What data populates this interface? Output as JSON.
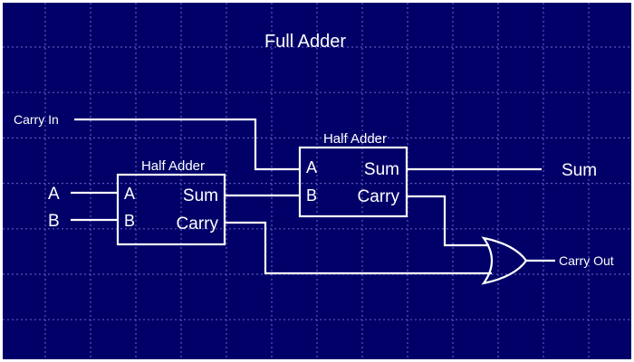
{
  "title": "Full Adder",
  "colors": {
    "background": "#000068",
    "line": "#ffffff",
    "grid": "#5a5ab8"
  },
  "inputs": {
    "carry_in": "Carry In",
    "a": "A",
    "b": "B"
  },
  "outputs": {
    "sum": "Sum",
    "carry_out": "Carry Out"
  },
  "half_adder_1": {
    "label": "Half Adder",
    "in_a": "A",
    "in_b": "B",
    "out_sum": "Sum",
    "out_carry": "Carry"
  },
  "half_adder_2": {
    "label": "Half Adder",
    "in_a": "A",
    "in_b": "B",
    "out_sum": "Sum",
    "out_carry": "Carry"
  },
  "or_gate": {
    "type": "OR"
  }
}
